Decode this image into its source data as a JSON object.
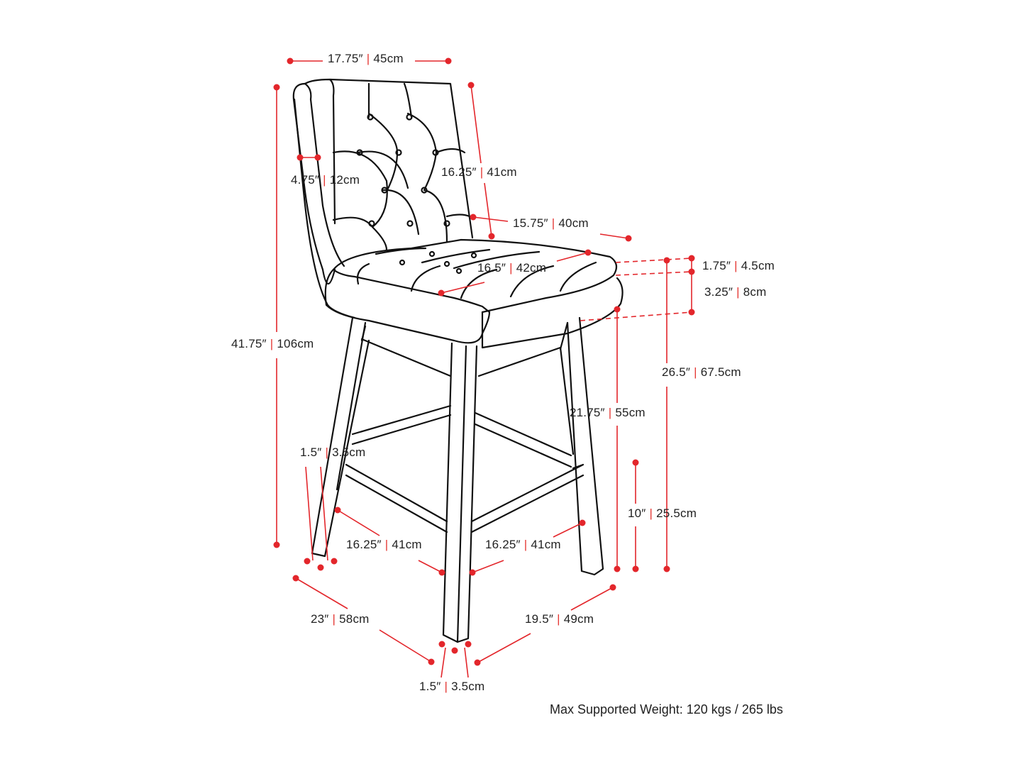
{
  "colors": {
    "dimension": "#e3262b",
    "outline": "#111111",
    "text": "#222222"
  },
  "separator": "|",
  "dimensions": [
    {
      "name": "backrest-width",
      "in": "17.75″",
      "cm": "45cm"
    },
    {
      "name": "backrest-height",
      "in": "16.25″",
      "cm": "41cm"
    },
    {
      "name": "backrest-thickness",
      "in": "4.75″",
      "cm": "12cm"
    },
    {
      "name": "seat-depth",
      "in": "15.75″",
      "cm": "40cm"
    },
    {
      "name": "seat-width",
      "in": "16.5″",
      "cm": "42cm"
    },
    {
      "name": "cushion-thickness",
      "in": "1.75″",
      "cm": "4.5cm"
    },
    {
      "name": "seat-thickness",
      "in": "3.25″",
      "cm": "8cm"
    },
    {
      "name": "total-height",
      "in": "41.75″",
      "cm": "106cm"
    },
    {
      "name": "seat-height",
      "in": "26.5″",
      "cm": "67.5cm"
    },
    {
      "name": "under-seat-height",
      "in": "21.75″",
      "cm": "55cm"
    },
    {
      "name": "leg-width-side",
      "in": "1.5″",
      "cm": "3.5cm"
    },
    {
      "name": "footrest-height",
      "in": "10″",
      "cm": "25.5cm"
    },
    {
      "name": "footrest-left",
      "in": "16.25″",
      "cm": "41cm"
    },
    {
      "name": "footrest-right",
      "in": "16.25″",
      "cm": "41cm"
    },
    {
      "name": "base-depth",
      "in": "23″",
      "cm": "58cm"
    },
    {
      "name": "base-width",
      "in": "19.5″",
      "cm": "49cm"
    },
    {
      "name": "leg-width-front",
      "in": "1.5″",
      "cm": "3.5cm"
    }
  ],
  "max_weight": "Max Supported Weight: 120 kgs / 265 lbs"
}
